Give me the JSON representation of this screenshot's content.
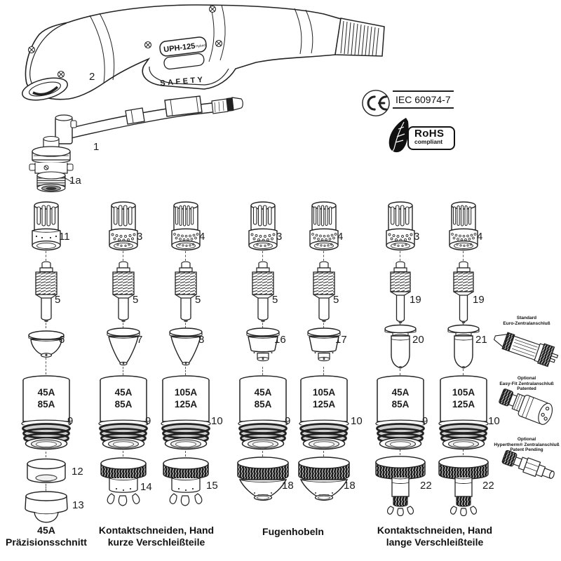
{
  "torch": {
    "model": "UPH-125",
    "model_variant": "Hybrid",
    "safety": "SAFETY",
    "labels": {
      "handle": "2",
      "lance": "1",
      "lance_connector": "1a"
    }
  },
  "certs": {
    "ce_mark": "CE",
    "iec": "IEC 60974-7",
    "rohs": "RoHS",
    "rohs_sub": "compliant"
  },
  "columns": [
    {
      "cap": "11",
      "electrode": "5",
      "nozzle": "6",
      "amps": [
        "45A",
        "85A"
      ],
      "retain": "9",
      "lower1": "12",
      "lower2": "13"
    },
    {
      "cap": "3",
      "electrode": "5",
      "nozzle": "7",
      "amps": [
        "45A",
        "85A"
      ],
      "retain": "9",
      "lower1": "14"
    },
    {
      "cap": "4",
      "electrode": "5",
      "nozzle": "8",
      "amps": [
        "105A",
        "125A"
      ],
      "retain": "10",
      "lower1": "15"
    },
    {
      "cap": "3",
      "electrode": "5",
      "nozzle": "16",
      "amps": [
        "45A",
        "85A"
      ],
      "retain": "9",
      "lower1": "18"
    },
    {
      "cap": "4",
      "electrode": "5",
      "nozzle": "17",
      "amps": [
        "105A",
        "125A"
      ],
      "retain": "10",
      "lower1": "18"
    },
    {
      "cap": "3",
      "electrode": "19",
      "nozzle": "20",
      "amps": [
        "45A",
        "85A"
      ],
      "retain": "9",
      "lower1": "22"
    },
    {
      "cap": "4",
      "electrode": "19",
      "nozzle": "21",
      "amps": [
        "105A",
        "125A"
      ],
      "retain": "10",
      "lower1": "22"
    }
  ],
  "captions": [
    {
      "line1": "45A",
      "line2": "Präzisionsschnitt"
    },
    {
      "line1": "Kontaktschneiden, Hand",
      "line2": "kurze Verschleißteile"
    },
    {
      "line1": "Fugenhobeln",
      "line2": ""
    },
    {
      "line1": "Kontaktschneiden, Hand",
      "line2": "lange Verschleißteile"
    }
  ],
  "connectors": [
    {
      "line1": "Standard",
      "line2": "Euro-Zentralanschluß",
      "line3": ""
    },
    {
      "line1": "Optional",
      "line2": "Easy-Fit Zentralanschluß",
      "line3": "Patented"
    },
    {
      "line1": "Optional",
      "line2": "Hypertherm® Zentralanschluß",
      "line3": "Patent Pending"
    }
  ]
}
